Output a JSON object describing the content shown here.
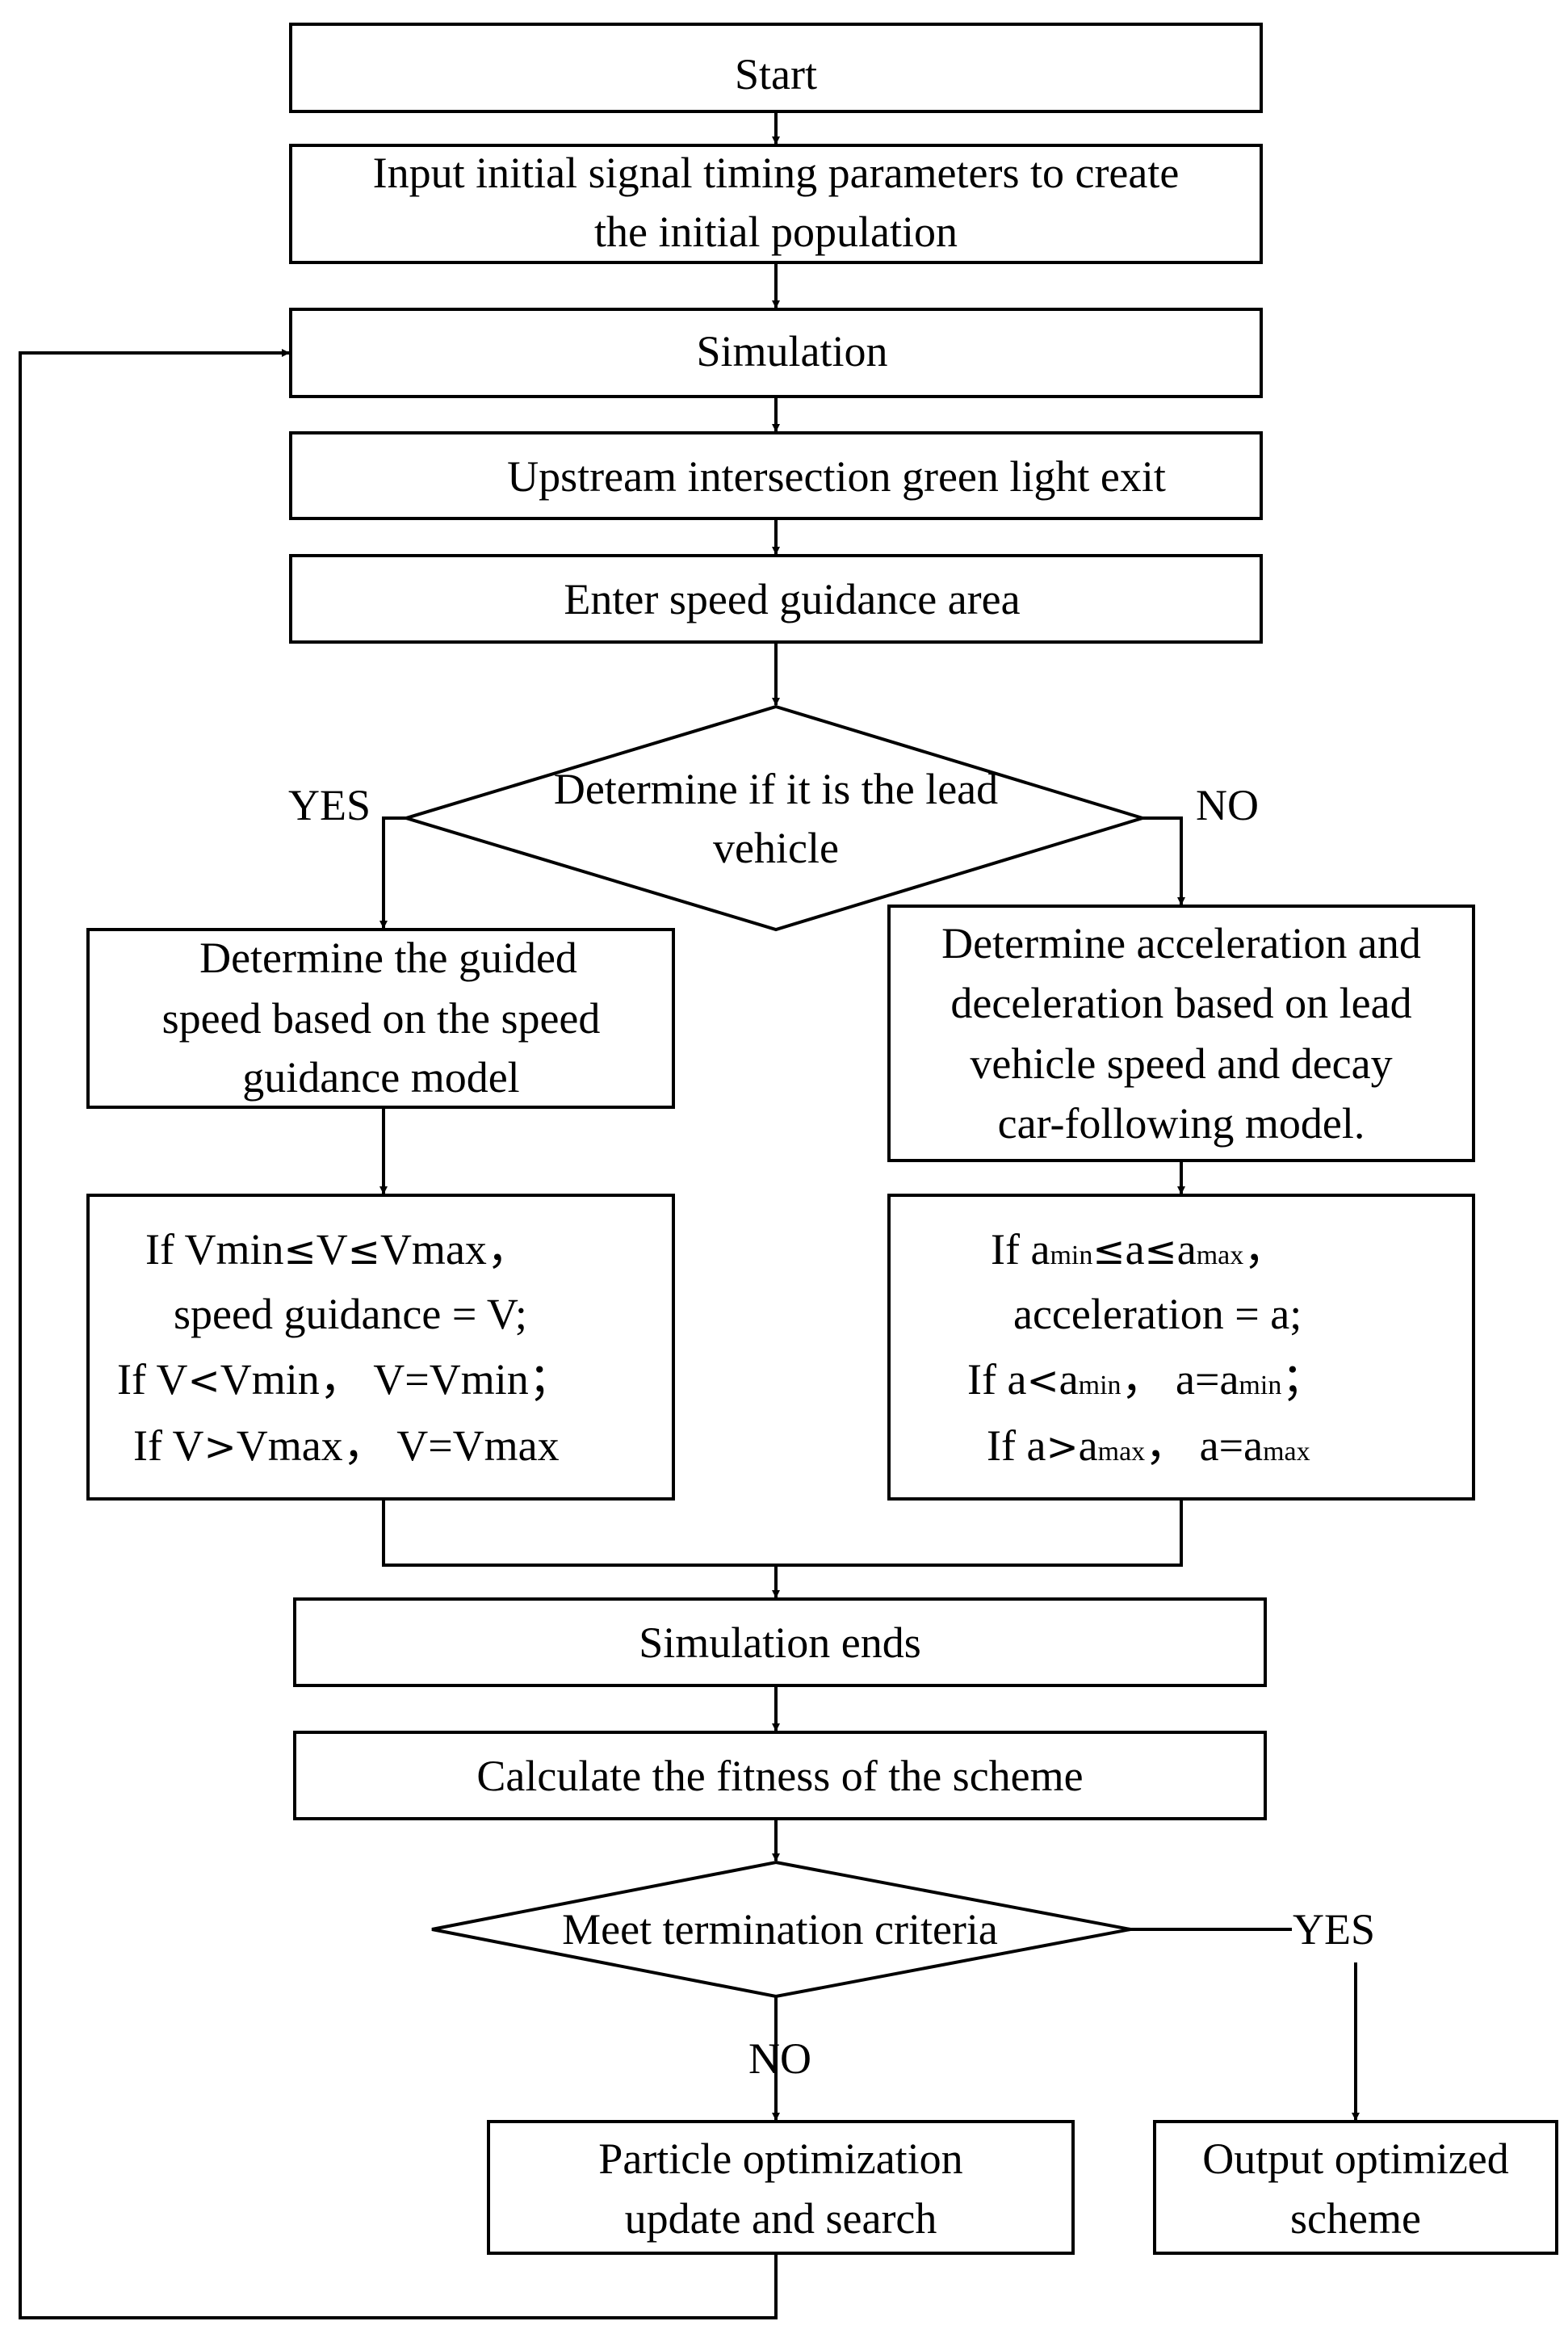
{
  "nodes": {
    "start": {
      "lines": [
        "Start"
      ]
    },
    "input": {
      "lines": [
        "Input initial signal timing parameters to create",
        "the initial population"
      ]
    },
    "simulation": {
      "lines": [
        "Simulation"
      ]
    },
    "upstream": {
      "lines": [
        "Upstream intersection green light exit"
      ]
    },
    "enter": {
      "lines": [
        "Enter speed guidance area"
      ]
    },
    "decision_lead": {
      "lines": [
        "Determine if it is the lead",
        "vehicle"
      ]
    },
    "guided_speed": {
      "lines": [
        "Determine the guided",
        "speed based on the speed",
        "guidance model"
      ]
    },
    "accel_decel": {
      "lines": [
        "Determine acceleration and",
        "deceleration based on lead",
        "vehicle speed and decay",
        "car-following model."
      ]
    },
    "speed_rule": {
      "line1": {
        "a": "If Vmin",
        "b": "≤",
        "c": "V",
        "d": "≤",
        "e": "Vmax，"
      },
      "line2": "speed guidance = V;",
      "line3": {
        "a": "If V",
        "b": "<",
        "c": "Vmin，  V=Vmin；"
      },
      "line4": {
        "a": "If V",
        "b": ">",
        "c": "Vmax，  V=Vmax"
      }
    },
    "accel_rule": {
      "line1": {
        "a": "If a",
        "a_sub": "min",
        "b": "≤",
        "c": "a",
        "d": "≤",
        "e": "a",
        "e_sub": "max",
        "f": "，"
      },
      "line2": "acceleration = a;",
      "line3": {
        "a": "If a",
        "b": "<",
        "c": "a",
        "c_sub": "min",
        "d": "，  a=a",
        "d_sub": "min",
        "e": "；"
      },
      "line4": {
        "a": "If a",
        "b": ">",
        "c": "a",
        "c_sub": "max",
        "d": "，  a=a",
        "d_sub": "max"
      }
    },
    "sim_ends": {
      "lines": [
        "Simulation ends"
      ]
    },
    "fitness": {
      "lines": [
        "Calculate the fitness of the scheme"
      ]
    },
    "decision_term": {
      "lines": [
        "Meet termination criteria"
      ]
    },
    "pso": {
      "lines": [
        "Particle optimization",
        "update and search"
      ]
    },
    "output": {
      "lines": [
        "Output optimized",
        "scheme"
      ]
    }
  },
  "edge_labels": {
    "lead_yes": "YES",
    "lead_no": "NO",
    "term_yes": "YES",
    "term_no": "NO"
  }
}
